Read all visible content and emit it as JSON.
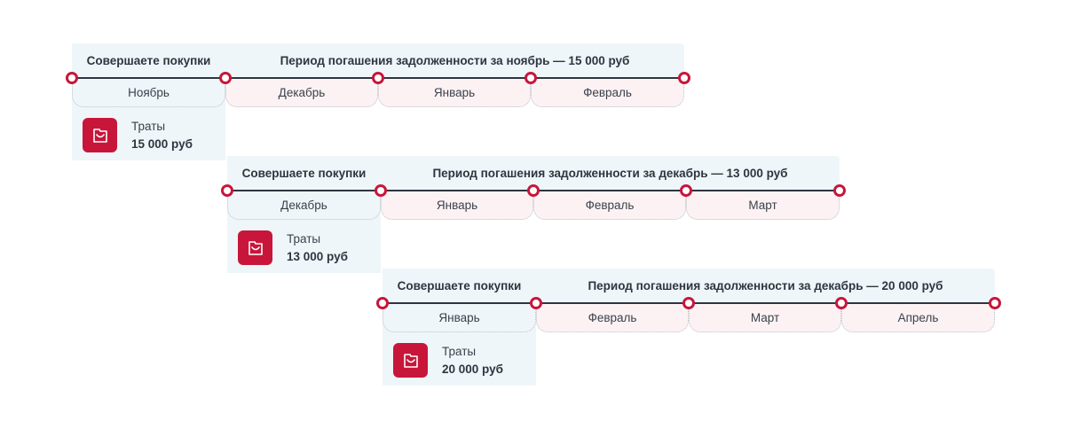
{
  "colors": {
    "accent": "#c8163a",
    "panel_bg": "#eff6f9",
    "repay_bg": "#fdf2f3",
    "line": "#2f3540"
  },
  "rows": [
    {
      "buy_label": "Совершаете покупки",
      "period_label": "Период погашения задолженности за ноябрь — 15 000 руб",
      "months": [
        "Ноябрь",
        "Декабрь",
        "Январь",
        "Февраль"
      ],
      "spend_label": "Траты",
      "spend_value": "15 000 руб",
      "icon": "shopping-bag-icon"
    },
    {
      "buy_label": "Совершаете покупки",
      "period_label": "Период погашения задолженности за декабрь — 13 000 руб",
      "months": [
        "Декабрь",
        "Январь",
        "Февраль",
        "Март"
      ],
      "spend_label": "Траты",
      "spend_value": "13 000 руб",
      "icon": "shopping-bag-icon"
    },
    {
      "buy_label": "Совершаете покупки",
      "period_label": "Период погашения задолженности за декабрь — 20 000 руб",
      "months": [
        "Январь",
        "Февраль",
        "Март",
        "Апрель"
      ],
      "spend_label": "Траты",
      "spend_value": "20 000 руб",
      "icon": "shopping-bag-icon"
    }
  ]
}
